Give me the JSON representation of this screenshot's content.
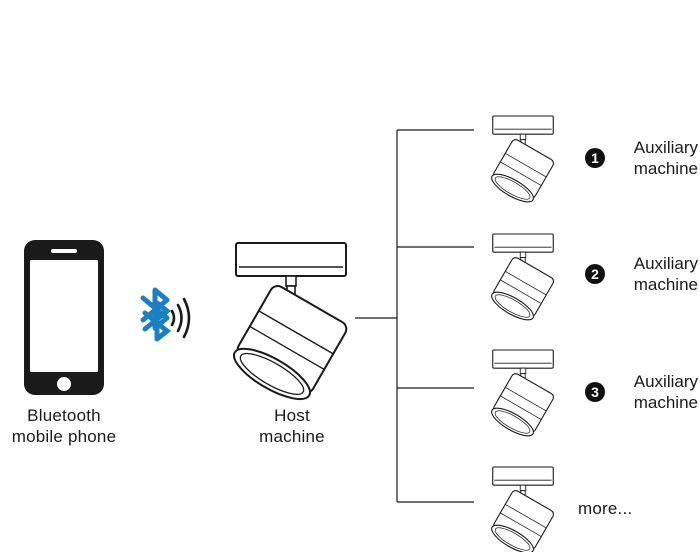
{
  "phone": {
    "label_line1": "Bluetooth",
    "label_line2": "mobile phone"
  },
  "host": {
    "label_line1": "Host",
    "label_line2": "machine"
  },
  "auxiliaries": [
    {
      "number": "1",
      "label_line1": "Auxiliary",
      "label_line2": "machine"
    },
    {
      "number": "2",
      "label_line1": "Auxiliary",
      "label_line2": "machine"
    },
    {
      "number": "3",
      "label_line1": "Auxiliary",
      "label_line2": "machine"
    }
  ],
  "more_label": "more...",
  "colors": {
    "line": "#1a1a1a",
    "bluetooth": "#1b7fc2",
    "badge": "#111111"
  },
  "icons": [
    "smartphone-icon",
    "bluetooth-signal-icon",
    "spotlight-icon"
  ]
}
